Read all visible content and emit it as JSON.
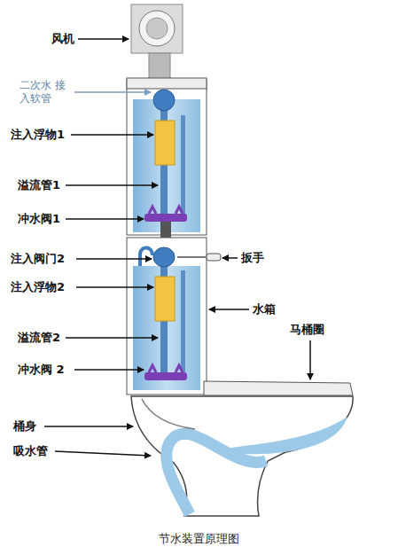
{
  "diagram": {
    "caption": "节水装置原理图",
    "labels": [
      "风机",
      "二次水 接入软管",
      "注入浮物1",
      "溢流管1",
      "冲水阀1",
      "注入阀门2",
      "扳手",
      "注入浮物2",
      "水箱",
      "马桶圈",
      "溢流管2",
      "冲水阀 2",
      "桶身",
      "吸水管"
    ]
  }
}
